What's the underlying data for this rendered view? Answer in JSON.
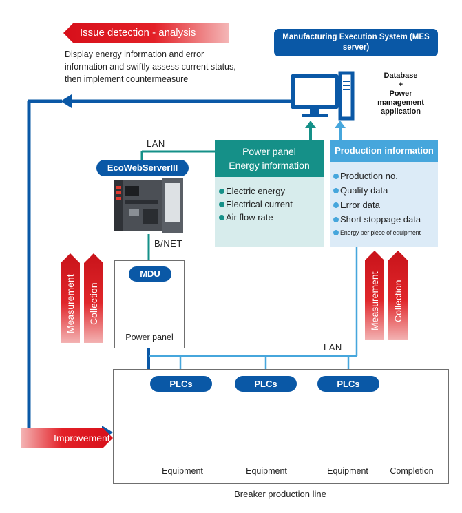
{
  "issue": {
    "banner_label": "Issue detection - analysis",
    "description": "Display energy information and error information and swiftly assess current status, then implement countermeasure"
  },
  "mes": {
    "title": "Manufacturing Execution System (MES server)",
    "server_label": "Database\n+\nPower management application"
  },
  "network": {
    "lan_top_label": "LAN",
    "lan_bottom_label": "LAN",
    "bnet_label": "B/NET"
  },
  "ecowebserver": {
    "label": "EcoWebServerIII"
  },
  "energy_panel": {
    "header": "Power panel\nEnergy information",
    "items": [
      "Electric energy",
      "Electrical current",
      "Air flow rate"
    ]
  },
  "production_info": {
    "header": "Production information",
    "items": [
      "Production no.",
      "Quality data",
      "Error data",
      "Short stoppage data",
      "Energy per piece of equipment"
    ]
  },
  "mdu": {
    "label": "MDU",
    "caption": "Power panel"
  },
  "left_arrows": {
    "measurement": "Measurement",
    "collection": "Collection"
  },
  "right_arrows": {
    "measurement": "Measurement",
    "collection": "Collection"
  },
  "improvement": {
    "label": "Improvement"
  },
  "production_line": {
    "plc_labels": [
      "PLCs",
      "PLCs",
      "PLCs"
    ],
    "equipment_labels": [
      "Equipment",
      "Equipment",
      "Equipment"
    ],
    "completion_label": "Completion",
    "caption": "Breaker production line"
  },
  "colors": {
    "blue_dark": "#0a58a6",
    "blue_light": "#46a6dc",
    "teal": "#159088",
    "red": "#e32027"
  }
}
